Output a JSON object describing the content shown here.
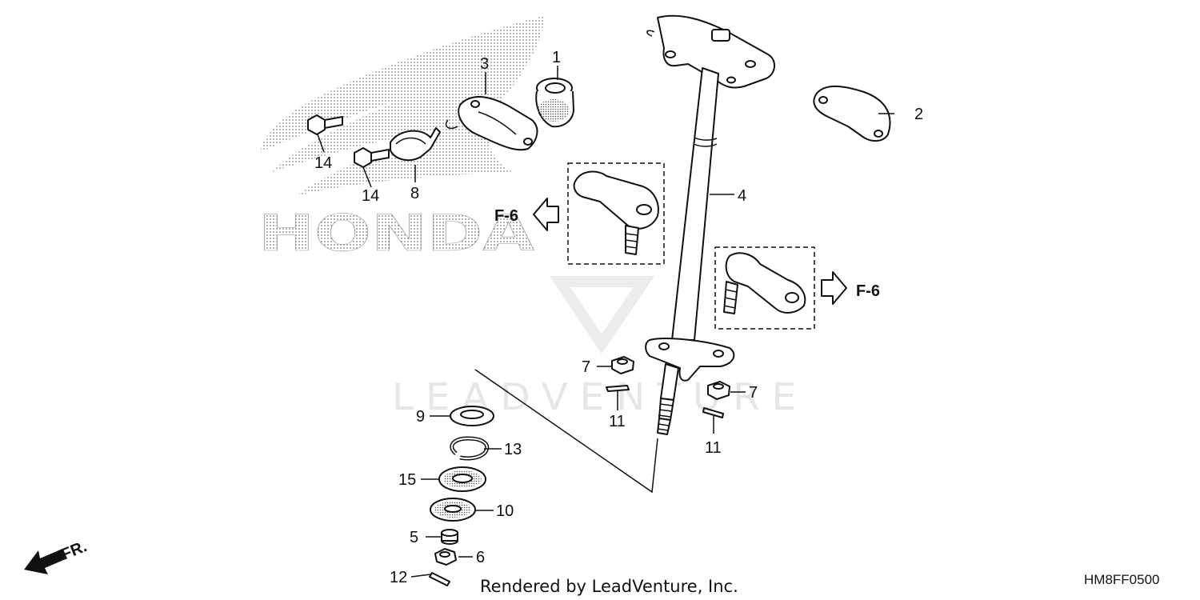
{
  "diagram": {
    "brand_logo_text": "HONDA",
    "watermark_text": "LEADVENTURE",
    "part_callouts": [
      "1",
      "2",
      "3",
      "4",
      "5",
      "6",
      "7",
      "7",
      "8",
      "9",
      "10",
      "11",
      "11",
      "12",
      "13",
      "14",
      "14",
      "15"
    ],
    "reference_left": "F-6",
    "reference_right": "F-6",
    "direction_label": "FR.",
    "rendered_by": "Rendered by LeadVenture, Inc.",
    "diagram_code": "HM8FF0500"
  }
}
